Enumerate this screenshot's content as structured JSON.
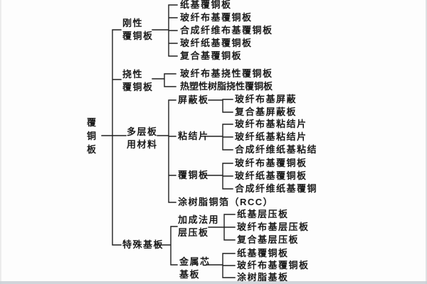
{
  "diagram_colors": {
    "line": "#1f1f1f",
    "text": "#1a1a1a",
    "background": "#fdfdfd"
  },
  "tree": {
    "root": {
      "label": "覆\n铜\n板"
    },
    "branches": [
      {
        "label": "刚性\n覆铜板",
        "children": [
          "纸基覆铜板",
          "玻纤布基覆铜板",
          "合成纤维布基覆铜板",
          "玻纤纸基覆铜板",
          "复合基覆铜板"
        ]
      },
      {
        "label": "挠性\n覆铜板",
        "children": [
          "玻纤布基挠性覆铜板",
          "热塑性树脂挠性覆铜板"
        ]
      },
      {
        "label": "多层板\n用材料",
        "children": [
          {
            "label": "屏蔽板",
            "children": [
              "玻纤布基屏蔽",
              "复合基屏蔽板"
            ]
          },
          {
            "label": "粘结片",
            "children": [
              "玻纤布基粘结片",
              "玻纤纸基粘结片",
              "合成纤维纸基粘结"
            ]
          },
          {
            "label": "覆铜板",
            "children": [
              "玻纤布基覆铜板",
              "玻纤纸基覆铜板",
              "合成纤维纸基覆铜"
            ]
          },
          {
            "label": "涂树脂铜箔（RCC）"
          }
        ]
      },
      {
        "label": "特殊基板",
        "children": [
          {
            "label": "加成法用\n层压板",
            "children": [
              "纸基层压板",
              "玻纤布基层压板",
              "复合基层压板"
            ]
          },
          {
            "label": "金属芯\n基板",
            "children": [
              "纸基覆铜板",
              "玻纤布基覆铜板",
              "涂树脂基板"
            ]
          }
        ]
      }
    ]
  }
}
